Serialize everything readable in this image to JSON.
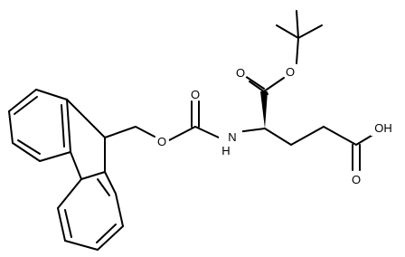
{
  "structure": {
    "atoms": {
      "O_fmoc_ether": "O",
      "O_carbamate_carbonyl": "O",
      "N_carbamate": "N",
      "N_carbamate_H": "H",
      "O_ester_carbonyl": "O",
      "O_ester_ether": "O",
      "O_acid_hydroxyl": "OH",
      "O_acid_carbonyl": "O"
    }
  }
}
